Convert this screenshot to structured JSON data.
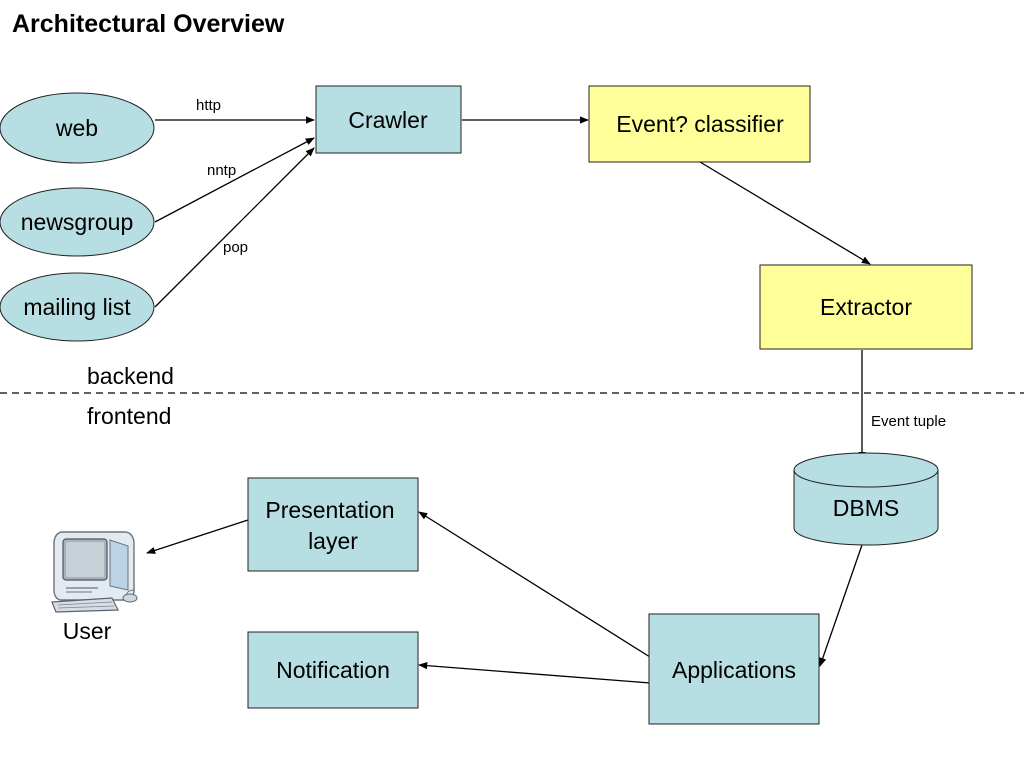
{
  "title": "Architectural Overview",
  "colors": {
    "node_blue": "#b7dee3",
    "node_yellow": "#ffff99",
    "edge": "#000000",
    "divider": "#000000"
  },
  "sources": {
    "web": "web",
    "newsgroup": "newsgroup",
    "mailing_list": "mailing list"
  },
  "protocols": {
    "http": "http",
    "nntp": "nntp",
    "pop": "pop"
  },
  "nodes": {
    "crawler": "Crawler",
    "classifier": "Event? classifier",
    "extractor": "Extractor",
    "dbms": "DBMS",
    "applications": "Applications",
    "presentation_line1": "Presentation",
    "presentation_line2": "layer",
    "notification": "Notification",
    "user": "User"
  },
  "edge_labels": {
    "event_tuple": "Event tuple"
  },
  "regions": {
    "backend": "backend",
    "frontend": "frontend"
  },
  "icons": {
    "user": "computer-terminal-icon"
  }
}
